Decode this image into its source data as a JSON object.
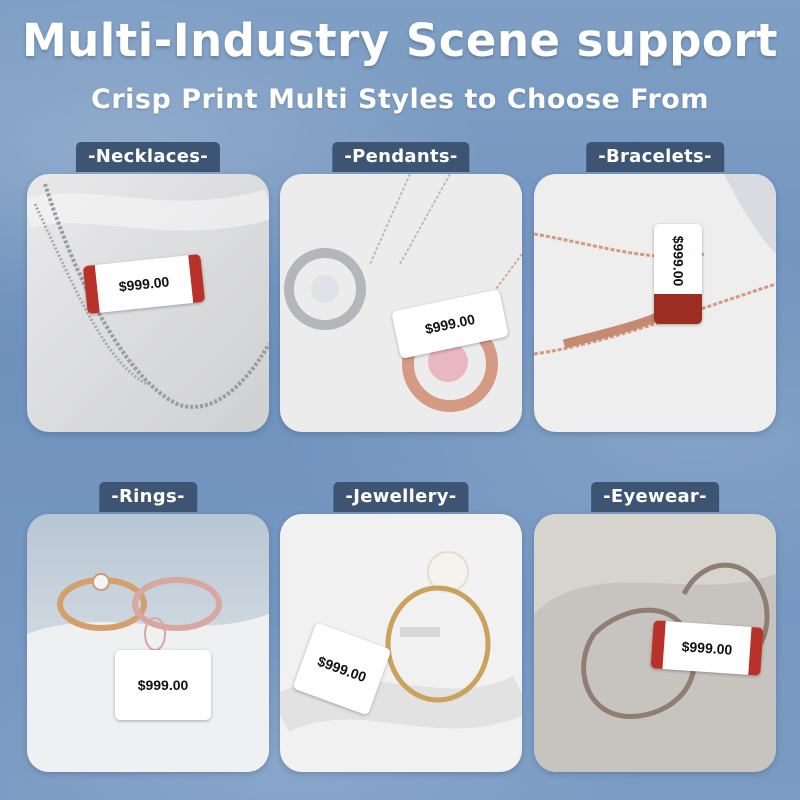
{
  "header": {
    "title": "Multi-Industry Scene support",
    "subtitle": "Crisp Print Multi Styles to Choose From"
  },
  "scenes": [
    {
      "label": "-Necklaces-",
      "price": "$999.00"
    },
    {
      "label": "-Pendants-",
      "price": "$999.00"
    },
    {
      "label": "-Bracelets-",
      "price": "$999.00"
    },
    {
      "label": "-Rings-",
      "price": "$999.00"
    },
    {
      "label": "-Jewellery-",
      "price": "$999.00"
    },
    {
      "label": "-Eyewear-",
      "price": "$999.00"
    }
  ],
  "colors": {
    "background": "#7a9bc4",
    "tab": "#3d5572",
    "tag_accent": "#b8322a"
  }
}
